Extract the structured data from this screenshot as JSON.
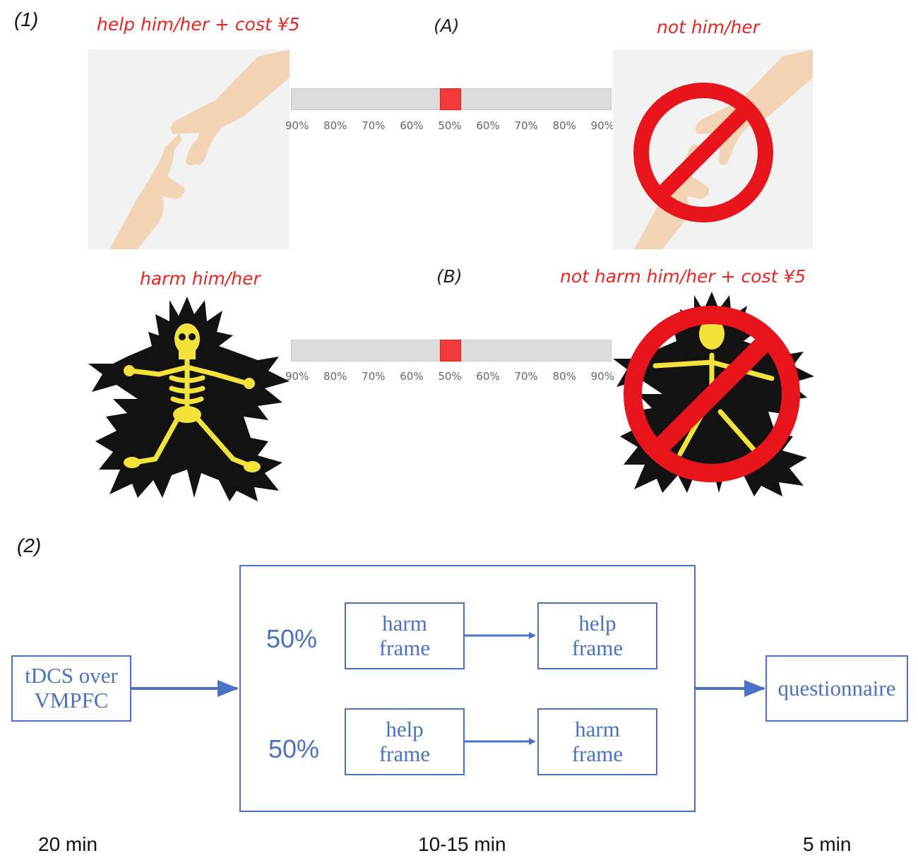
{
  "panel1": {
    "label": "(1)",
    "row_a": {
      "label": "(A)",
      "left_text": "help him/her + cost ¥5",
      "right_text": "not him/her",
      "slider_value": 0.5,
      "ticks": [
        "90%",
        "80%",
        "70%",
        "60%",
        "50%",
        "60%",
        "70%",
        "80%",
        "90%"
      ]
    },
    "row_b": {
      "label": "(B)",
      "left_text": "harm him/her",
      "right_text": "not harm him/her + cost ¥5",
      "slider_value": 0.5,
      "ticks": [
        "90%",
        "80%",
        "70%",
        "60%",
        "50%",
        "60%",
        "70%",
        "80%",
        "90%"
      ]
    }
  },
  "panel2": {
    "label": "(2)",
    "left_box": [
      "tDCS over",
      "VMPFC"
    ],
    "right_box": "questionnaire",
    "branch_top": {
      "pct": "50%",
      "first": [
        "harm",
        "frame"
      ],
      "second": [
        "help",
        "frame"
      ]
    },
    "branch_bottom": {
      "pct": "50%",
      "first": [
        "help",
        "frame"
      ],
      "second": [
        "harm",
        "frame"
      ]
    },
    "durations": {
      "left": "20 min",
      "middle": "10-15 min",
      "right": "5 min"
    }
  },
  "colors": {
    "accent": "#4a72c4",
    "label_red": "#e8261f",
    "slider_handle": "#f23a3a",
    "no_sign_red": "#e8141b",
    "skeleton_yellow": "#f2e23a"
  }
}
